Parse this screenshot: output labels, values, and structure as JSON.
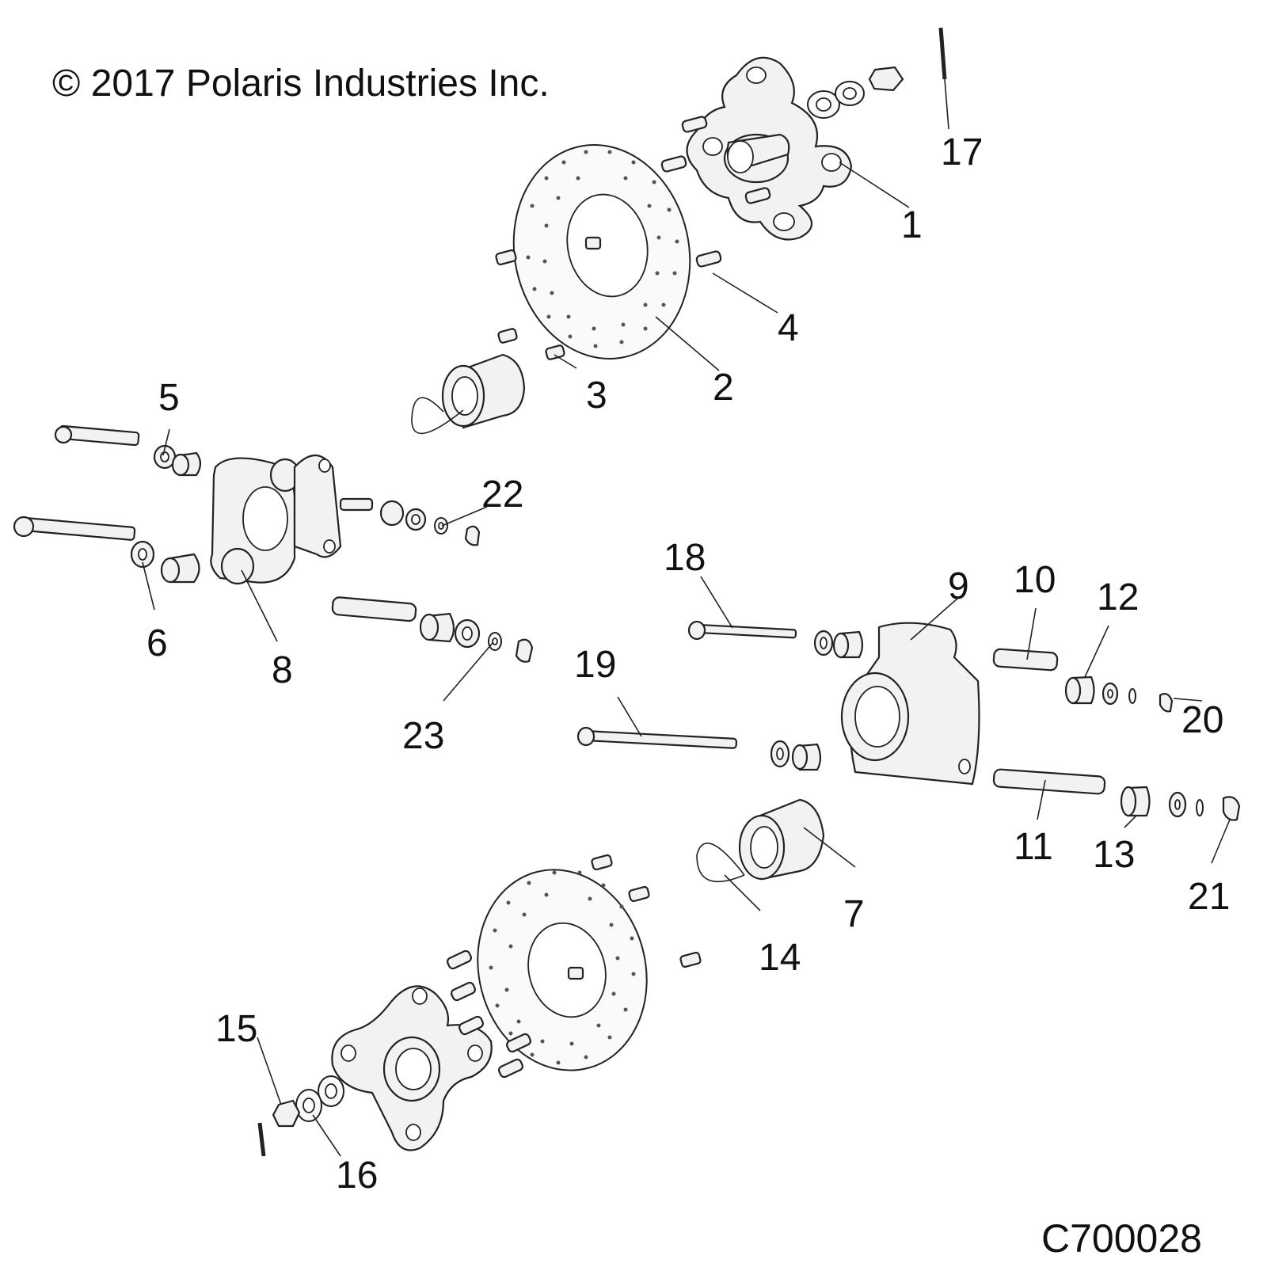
{
  "copyright": "© 2017 Polaris Industries Inc.",
  "drawing_id": "C700028",
  "callouts": [
    "1",
    "2",
    "3",
    "4",
    "5",
    "6",
    "7",
    "8",
    "9",
    "10",
    "11",
    "12",
    "13",
    "14",
    "15",
    "16",
    "17",
    "18",
    "19",
    "20",
    "21",
    "22",
    "23"
  ]
}
